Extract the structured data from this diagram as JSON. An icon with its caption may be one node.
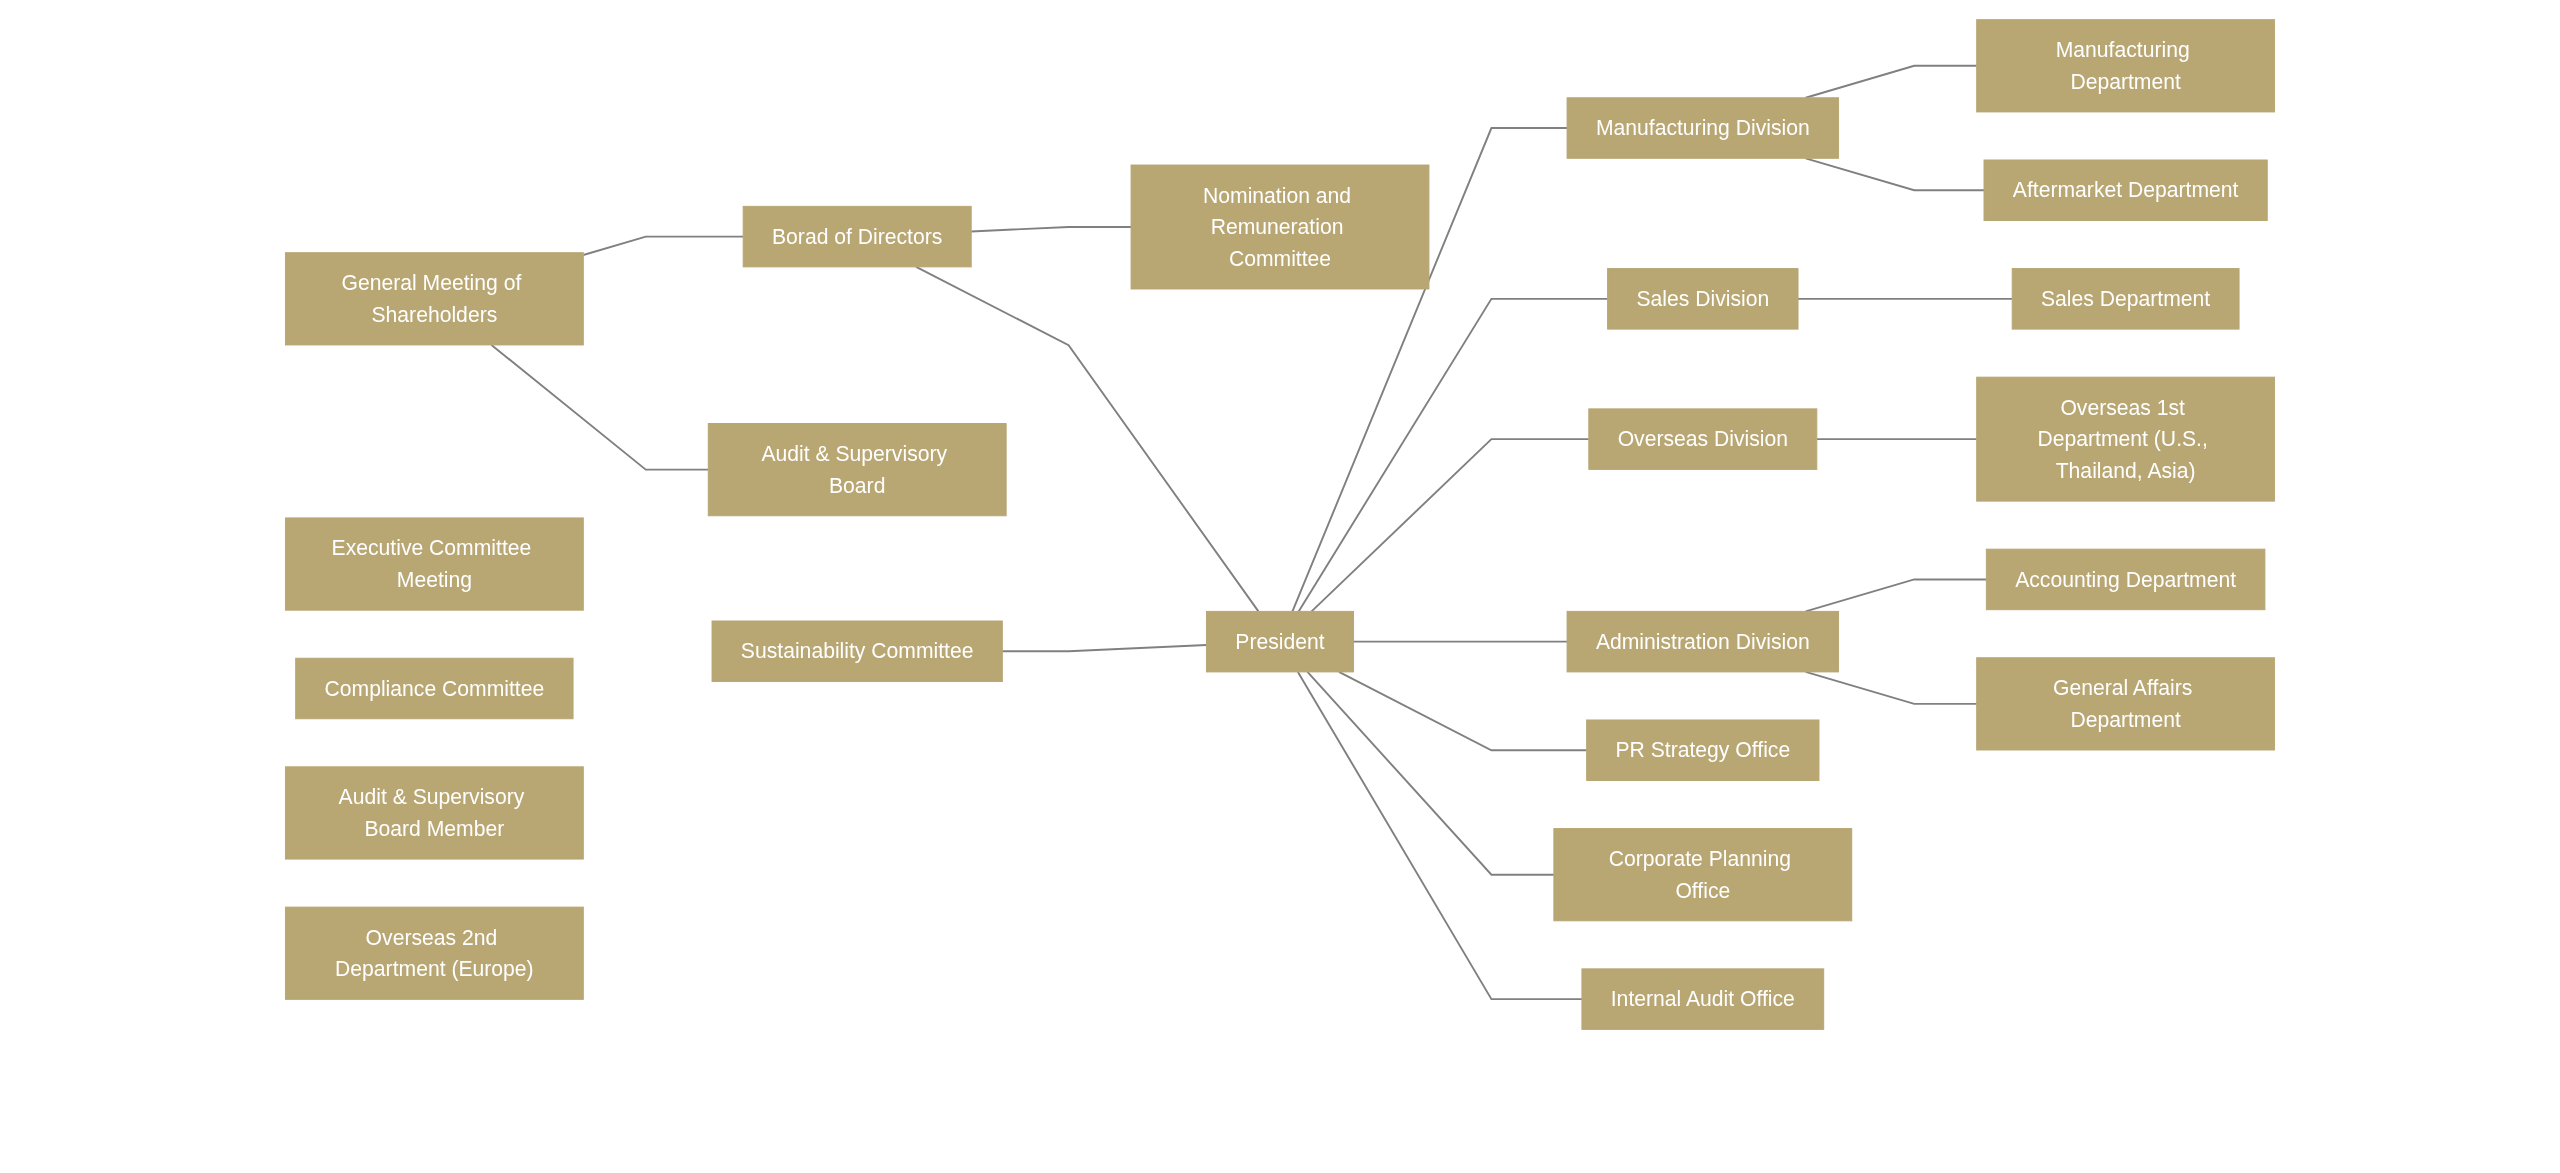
{
  "diagram": {
    "nodes": [
      {
        "text": [
          "General Meeting of Shareholders"
        ]
      },
      {
        "text": [
          "Borad of Directors"
        ]
      },
      {
        "text": [
          "Executive Committee Meeting"
        ]
      },
      {
        "text": [
          "Compliance Committee"
        ]
      },
      {
        "text": [
          "Sustainability Committee"
        ]
      },
      {
        "text": [
          "President"
        ]
      },
      {
        "text": [
          "Audit & Supervisory Board"
        ]
      },
      {
        "text": [
          "Audit & Supervisory Board Member"
        ]
      },
      {
        "text": [
          "Nomination and Remuneration Committee"
        ]
      },
      {
        "text": [
          "Manufacturing Division"
        ]
      },
      {
        "text": [
          "Sales Division"
        ]
      },
      {
        "text": [
          "Overseas Division"
        ]
      },
      {
        "text": [
          "Administration Division"
        ]
      },
      {
        "text": [
          "Manufacturing Department"
        ]
      },
      {
        "text": [
          "Aftermarket Department"
        ]
      },
      {
        "text": [
          "Sales Department"
        ]
      },
      {
        "text": [
          "Overseas 1st Department (U.S., Thailand, Asia)"
        ]
      },
      {
        "text": [
          "Overseas 2nd Department (Europe)"
        ]
      },
      {
        "text": [
          "Accounting Department"
        ]
      },
      {
        "text": [
          "General Affairs Department"
        ]
      },
      {
        "text": [
          "PR Strategy Office"
        ]
      },
      {
        "text": [
          "Corporate Planning Office"
        ]
      },
      {
        "text": [
          "Internal Audit Office"
        ]
      }
    ],
    "edges": [
      {
        "from": 0,
        "to": 1,
        "arrow": "none"
      },
      {
        "from": 0,
        "to": 6,
        "arrow": "none"
      },
      {
        "from": 1,
        "to": 5,
        "arrow": "none"
      },
      {
        "from": 4,
        "to": 5,
        "arrow": "none"
      },
      {
        "from": 1,
        "to": 8,
        "arrow": "none"
      },
      {
        "from": 5,
        "to": 9,
        "arrow": "none"
      },
      {
        "from": 5,
        "to": 10,
        "arrow": "none"
      },
      {
        "from": 5,
        "to": 11,
        "arrow": "none"
      },
      {
        "from": 5,
        "to": 12,
        "arrow": "none"
      },
      {
        "from": 9,
        "to": 13,
        "arrow": "none"
      },
      {
        "from": 9,
        "to": 14,
        "arrow": "none"
      },
      {
        "from": 10,
        "to": 15,
        "arrow": "none"
      },
      {
        "from": 11,
        "to": 16,
        "arrow": "none"
      },
      {
        "from": 12,
        "to": 18,
        "arrow": "none"
      },
      {
        "from": 12,
        "to": 19,
        "arrow": "none"
      },
      {
        "from": 5,
        "to": 20,
        "arrow": "none"
      },
      {
        "from": 5,
        "to": 21,
        "arrow": "none"
      },
      {
        "from": 5,
        "to": 22,
        "arrow": "none"
      }
    ]
  }
}
